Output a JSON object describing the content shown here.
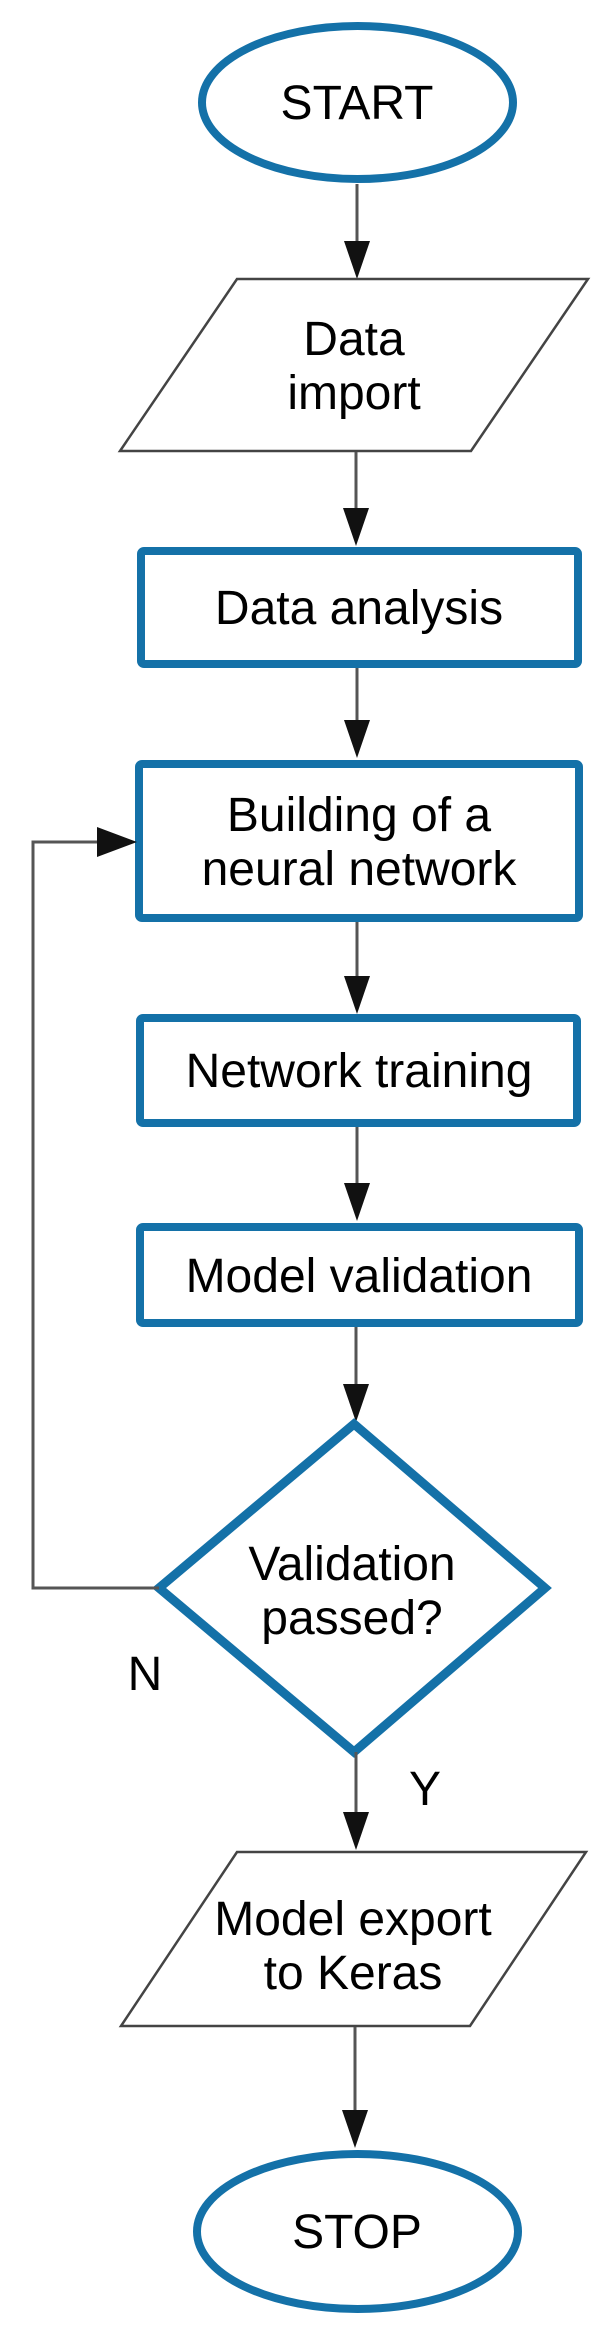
{
  "diagram": {
    "type": "flowchart",
    "background": "#ffffff",
    "colors": {
      "shape_blue": "#1471A8",
      "io_stroke": "#444444",
      "connector_gray": "#555555",
      "arrowhead_black": "#111111",
      "text_black": "#000000"
    },
    "nodes": {
      "start": {
        "shape": "terminator-ellipse",
        "label": "START"
      },
      "data_import": {
        "shape": "io-parallelogram",
        "line1": "Data",
        "line2": "import"
      },
      "data_analysis": {
        "shape": "process-rect",
        "label": "Data analysis"
      },
      "building_network": {
        "shape": "process-rect",
        "line1": "Building of a",
        "line2": "neural network"
      },
      "network_training": {
        "shape": "process-rect",
        "label": "Network training"
      },
      "model_validation": {
        "shape": "process-rect",
        "label": "Model validation"
      },
      "validation_decision": {
        "shape": "decision-diamond",
        "line1": "Validation",
        "line2": "passed?"
      },
      "model_export": {
        "shape": "io-parallelogram",
        "line1": "Model export",
        "line2": "to Keras"
      },
      "stop": {
        "shape": "terminator-ellipse",
        "label": "STOP"
      }
    },
    "branch_labels": {
      "no": "N",
      "yes": "Y"
    }
  }
}
